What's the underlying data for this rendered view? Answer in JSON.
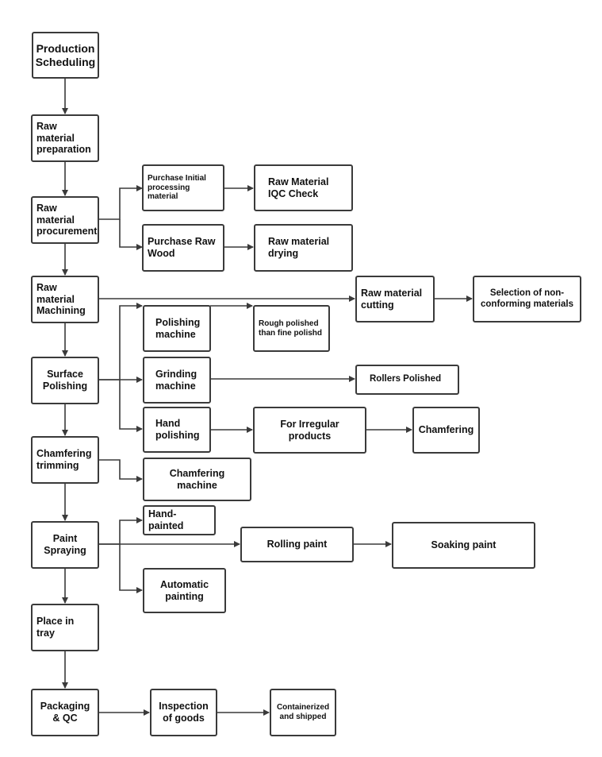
{
  "nodes": {
    "n01": {
      "text": "Production Scheduling"
    },
    "n02": {
      "text": "Raw material preparation"
    },
    "n03": {
      "text": "Raw material procurement"
    },
    "n04": {
      "text": "Purchase Initial processing material"
    },
    "n05": {
      "text": "Raw Material IQC Check"
    },
    "n06": {
      "text": "Purchase Raw Wood"
    },
    "n07": {
      "text": "Raw material drying"
    },
    "n08": {
      "text": "Raw material Machining"
    },
    "n09": {
      "text": "Raw material cutting"
    },
    "n10": {
      "text": "Selection of non-conforming materials"
    },
    "n11": {
      "text": "Polishing machine"
    },
    "n12": {
      "text": "Rough polished than fine polishd"
    },
    "n13": {
      "text": "Surface Polishing"
    },
    "n14": {
      "text": "Grinding machine"
    },
    "n15": {
      "text": "Rollers Polished"
    },
    "n16": {
      "text": "Hand polishing"
    },
    "n17": {
      "text": "For Irregular products"
    },
    "n18": {
      "text": "Chamfering"
    },
    "n19": {
      "text": "Chamfering trimming"
    },
    "n20": {
      "text": "Chamfering machine"
    },
    "n21": {
      "text": "Hand-painted"
    },
    "n22": {
      "text": "Paint Spraying"
    },
    "n23": {
      "text": "Rolling paint"
    },
    "n24": {
      "text": "Soaking paint"
    },
    "n25": {
      "text": "Automatic painting"
    },
    "n26": {
      "text": "Place in tray"
    },
    "n27": {
      "text": "Packaging & QC"
    },
    "n28": {
      "text": "Inspection of goods"
    },
    "n29": {
      "text": "Containerized and shipped"
    }
  },
  "colors": {
    "stroke": "#3a3a3a",
    "background": "#ffffff",
    "text": "#111111"
  }
}
